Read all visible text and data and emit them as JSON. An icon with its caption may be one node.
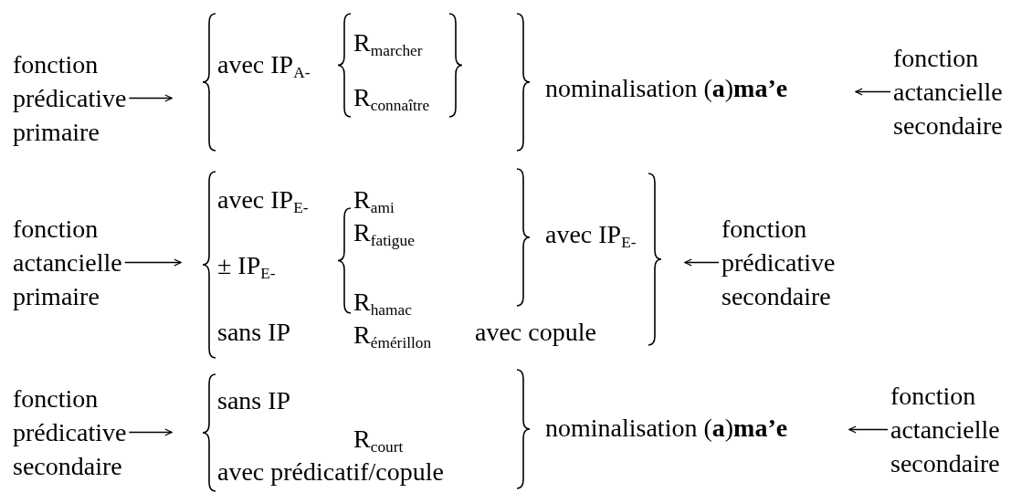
{
  "diagram": {
    "nodes": [
      {
        "text": [
          "fonction prédicative primaire"
        ]
      },
      {
        "text": [
          "fonction actancielle secondaire"
        ]
      },
      {
        "text": [
          "fonction actancielle primaire"
        ]
      },
      {
        "text": [
          "fonction prédicative secondaire"
        ]
      },
      {
        "text": [
          "fonction prédicative secondaire"
        ]
      },
      {
        "text": [
          "fonction actancielle secondaire"
        ]
      }
    ],
    "edges": [
      {
        "from": 0,
        "to": null,
        "arrow": "to"
      },
      {
        "from": 1,
        "to": null,
        "arrow": "to"
      },
      {
        "from": 2,
        "to": null,
        "arrow": "to"
      },
      {
        "from": 3,
        "to": null,
        "arrow": "to"
      },
      {
        "from": 4,
        "to": null,
        "arrow": "to"
      },
      {
        "from": 5,
        "to": null,
        "arrow": "to"
      }
    ],
    "labels": [
      "avec IP$_{A-}$",
      "R$_{marcher}$",
      "R$_{connaître}$",
      "nominalisation (**a**)**ma’e**",
      "avec IP$_{E-}$",
      "R$_{ami}$",
      "R$_{fatigue}$",
      "avec IP$_{E-}$",
      "± IP$_{E-}$",
      "R$_{hamac}$",
      "sans IP",
      "R$_{émérillon}$",
      "avec copule",
      "sans IP",
      "R$_{court}$",
      "avec prédicatif/copule",
      "nominalisation (**a**)**ma’e**"
    ]
  }
}
